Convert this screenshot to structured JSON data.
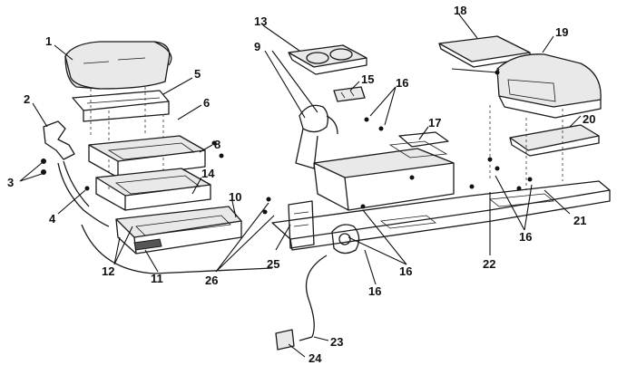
{
  "callouts": [
    {
      "id": "c1",
      "text": "1"
    },
    {
      "id": "c2",
      "text": "2"
    },
    {
      "id": "c3",
      "text": "3"
    },
    {
      "id": "c4",
      "text": "4"
    },
    {
      "id": "c5",
      "text": "5"
    },
    {
      "id": "c6",
      "text": "6"
    },
    {
      "id": "c8",
      "text": "8"
    },
    {
      "id": "c9",
      "text": "9"
    },
    {
      "id": "c10",
      "text": "10"
    },
    {
      "id": "c11",
      "text": "11"
    },
    {
      "id": "c12",
      "text": "12"
    },
    {
      "id": "c13",
      "text": "13"
    },
    {
      "id": "c14",
      "text": "14"
    },
    {
      "id": "c15",
      "text": "15"
    },
    {
      "id": "c16a",
      "text": "16"
    },
    {
      "id": "c16b",
      "text": "16"
    },
    {
      "id": "c16c",
      "text": "16"
    },
    {
      "id": "c16d",
      "text": "16"
    },
    {
      "id": "c17",
      "text": "17"
    },
    {
      "id": "c18",
      "text": "18"
    },
    {
      "id": "c19",
      "text": "19"
    },
    {
      "id": "c20",
      "text": "20"
    },
    {
      "id": "c21",
      "text": "21"
    },
    {
      "id": "c22",
      "text": "22"
    },
    {
      "id": "c23",
      "text": "23"
    },
    {
      "id": "c24",
      "text": "24"
    },
    {
      "id": "c25",
      "text": "25"
    },
    {
      "id": "c26",
      "text": "26"
    }
  ]
}
